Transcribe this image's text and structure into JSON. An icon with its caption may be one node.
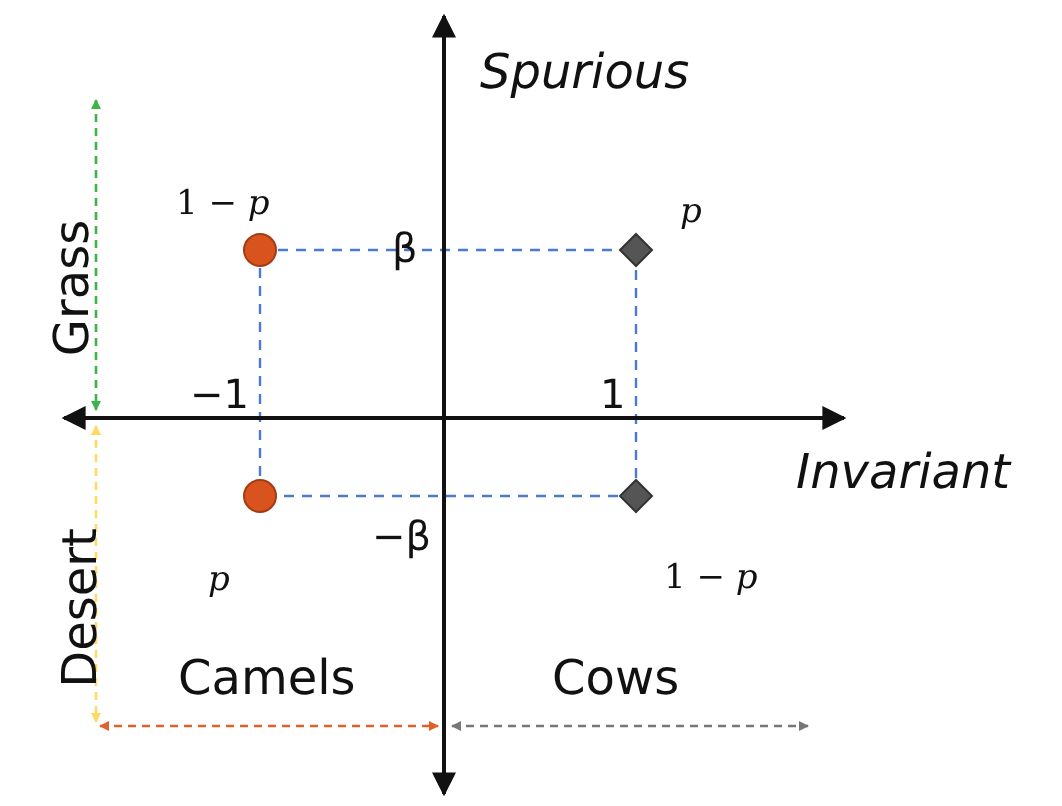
{
  "diagram": {
    "labels": [
      "Spurious",
      "1 − *p*",
      "*p*",
      "Grass",
      "β",
      "−1",
      "1",
      "Invariant",
      "Desert",
      "*p*",
      "−β",
      "1 − *p*",
      "Camels",
      "Cows"
    ]
  }
}
